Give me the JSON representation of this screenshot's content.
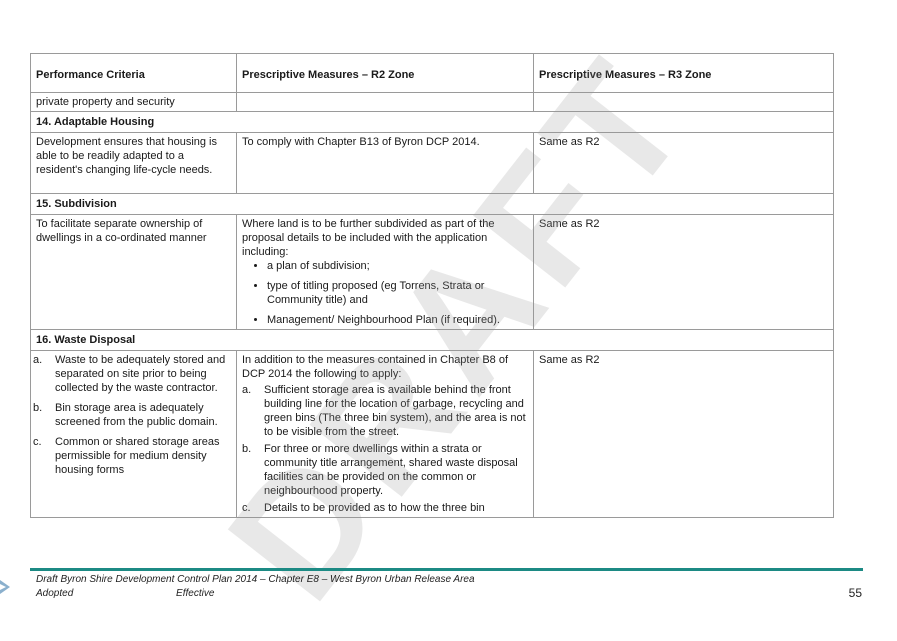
{
  "table": {
    "headers": [
      "Performance Criteria",
      "Prescriptive Measures – R2 Zone",
      "Prescriptive Measures – R3 Zone"
    ],
    "continued_row": {
      "criteria": "private property and security",
      "r2": "",
      "r3": ""
    },
    "sections": [
      {
        "title": "14. Adaptable Housing",
        "criteria": "Development ensures that housing is able to be readily adapted to a resident's changing life-cycle needs.",
        "r2": "To comply with Chapter B13 of Byron DCP 2014.",
        "r3": "Same as R2"
      },
      {
        "title": "15. Subdivision",
        "criteria": "To facilitate separate ownership of dwellings in a co-ordinated manner",
        "r2_intro": "Where land is to be further subdivided as part of the proposal details to be included with the application including:",
        "r2_bullets": [
          "a plan of subdivision;",
          "type of titling proposed (eg Torrens, Strata or Community title) and",
          "Management/ Neighbourhood Plan (if required)."
        ],
        "r3": "Same as R2"
      },
      {
        "title": "16. Waste Disposal",
        "criteria_items": [
          {
            "marker": "a.",
            "text": "Waste to be adequately stored and separated on site prior to being collected by the waste contractor."
          },
          {
            "marker": "b.",
            "text": "Bin storage area is adequately screened from the public domain."
          },
          {
            "marker": "c.",
            "text": "Common or shared storage areas permissible for medium density housing forms"
          }
        ],
        "r2_intro": "In addition to the measures contained in Chapter B8 of DCP 2014 the following to apply:",
        "r2_items": [
          {
            "marker": "a.",
            "text": "Sufficient storage area is available behind the front building line for the location of garbage, recycling and green bins (The three bin system), and the area is not to be visible from the street."
          },
          {
            "marker": "b.",
            "text": "For three or more dwellings within a strata or community title arrangement, shared waste disposal facilities can be provided on the common or neighbourhood property."
          },
          {
            "marker": "c.",
            "text": "Details to be provided as to how the three bin"
          }
        ],
        "r3": "Same as R2"
      }
    ]
  },
  "watermark": "DRAFT",
  "footer": {
    "title": "Draft Byron Shire Development Control Plan 2014 – Chapter E8 – West Byron Urban Release Area",
    "adopted_label": "Adopted",
    "effective_label": "Effective",
    "page_number": "55"
  },
  "colors": {
    "footer_rule": "#1c8a84",
    "border": "#9a9a9a"
  }
}
